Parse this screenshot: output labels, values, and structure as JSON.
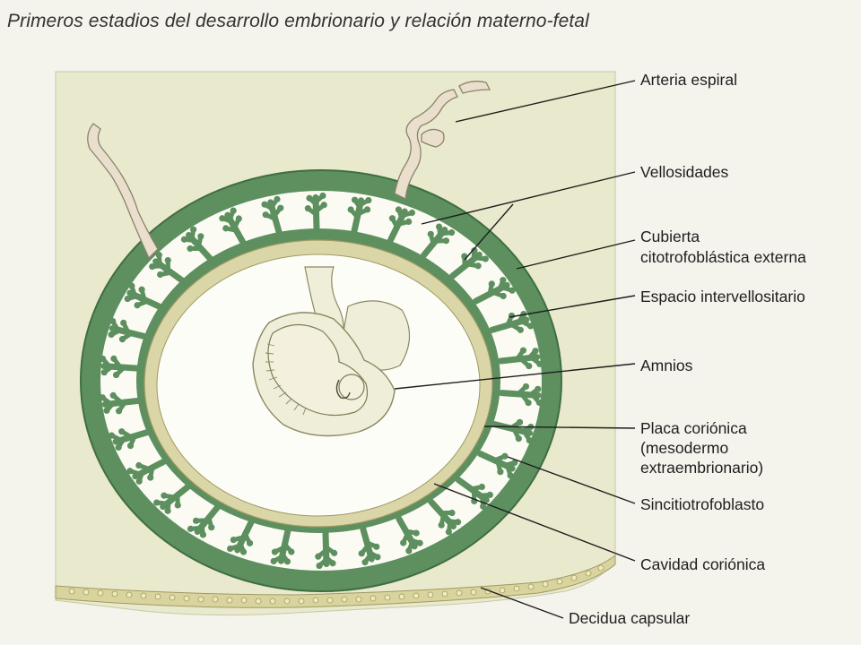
{
  "title": "Primeros estadios del desarrollo embrionario y relación materno-fetal",
  "colors": {
    "page_bg": "#f4f3ec",
    "decidua_bg": "#e9e9cd",
    "green": "#5d8f5f",
    "green_dark": "#3f6e43",
    "chorionic_plate": "#dad6a7",
    "cavity": "#fdfdf8",
    "embryo_fill": "#efeed8",
    "artery": "#eadfcd"
  },
  "labels": {
    "arteria_espiral": "Arteria espiral",
    "vellosidades": "Vellosidades",
    "cubierta_line1": "Cubierta",
    "cubierta_line2": "citotrofoblástica externa",
    "espacio": "Espacio intervellositario",
    "amnios": "Amnios",
    "placa_line1": "Placa coriónica",
    "placa_line2": "(mesodermo",
    "placa_line3": "extraembrionario)",
    "sincitio": "Sincitiotrofoblasto",
    "cavidad": "Cavidad coriónica",
    "decidua": "Decidua capsular"
  }
}
